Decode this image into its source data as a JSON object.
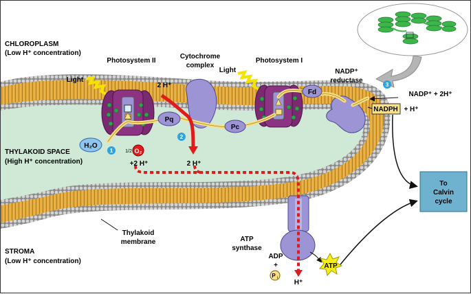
{
  "regions": {
    "chloroplast": {
      "title": "CHLOROPLASM",
      "subtitle": "(Low H⁺ concentration)"
    },
    "thylakoid_space": {
      "title": "THYLAKOID SPACE",
      "subtitle": "(High H⁺ concentration)"
    },
    "stroma": {
      "title": "STROMA",
      "subtitle": "(Low H⁺ concentration)"
    }
  },
  "complexes": {
    "photosystem_ii": "Photosystem II",
    "cytochrome_line1": "Cytochrome",
    "cytochrome_line2": "complex",
    "photosystem_i": "Photosystem I",
    "nadp_reductase_line1": "NADP⁺",
    "nadp_reductase_line2": "reductase",
    "atp_synthase_line1": "ATP",
    "atp_synthase_line2": "synthase",
    "thylakoid_membrane_line1": "Thylakoid",
    "thylakoid_membrane_line2": "membrane"
  },
  "carriers": {
    "pq": "Pq",
    "pc": "Pc",
    "fd": "Fd"
  },
  "light_label": "Light",
  "molecules": {
    "h2o": "H₂O",
    "o2_fraction": "1/2",
    "o2": "O₂",
    "plus_2h": "+2 H⁺",
    "two_h_top": "2 H⁺",
    "two_h_space": "2 H⁺",
    "nadp_plus_2h": "NADP⁺ + 2H⁺",
    "nadph": "NADPH",
    "plus_h": "+ H⁺",
    "adp": "ADP",
    "plus": "+",
    "pi": "P",
    "pi_sub": "i",
    "atp": "ATP",
    "h_out": "H⁺"
  },
  "steps": [
    "1",
    "2",
    "3"
  ],
  "calvin_box": {
    "line1": "To",
    "line2": "Calvin",
    "line3": "cycle"
  },
  "colors": {
    "membrane": "#e2a93a",
    "lumen": "#cfe9d6",
    "photosystem": "#7b2a72",
    "protein": "#9c94d4",
    "step_badge": "#2ea3df",
    "proton_path": "#e01b1b",
    "calvin_box": "#6fb2d0",
    "nadph_box": "#f6e08a",
    "atp_star": "#f4ee1a",
    "chloroplast_green": "#3cb54a"
  }
}
